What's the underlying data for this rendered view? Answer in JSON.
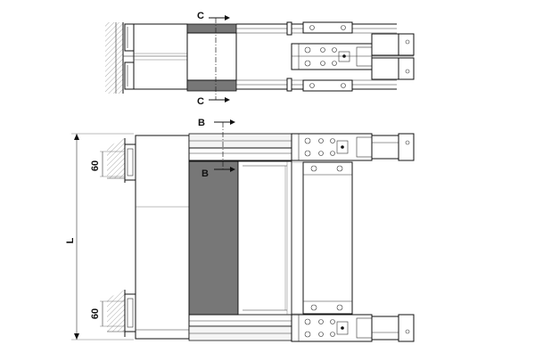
{
  "section_labels": {
    "c_top": "C",
    "c_bottom": "C",
    "b_top": "B",
    "b_bottom": "B"
  },
  "dimensions": {
    "length": "L",
    "upper_offset": "60",
    "lower_offset": "60"
  },
  "colors": {
    "line": "#111111",
    "shaded_plate": "#777777",
    "hatch": "#444444",
    "background": "#ffffff"
  }
}
